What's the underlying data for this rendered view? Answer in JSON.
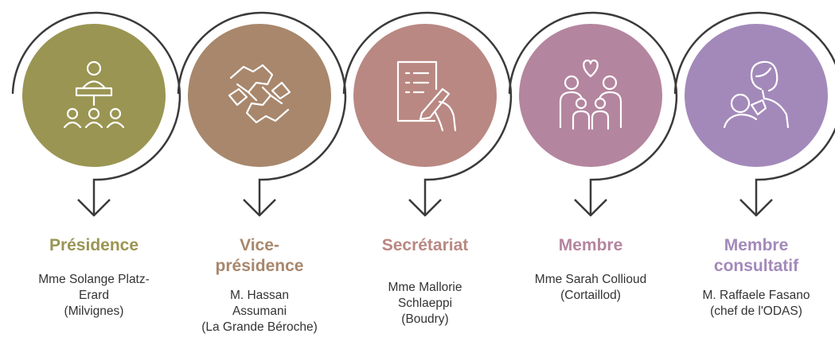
{
  "steps": [
    {
      "role": "Présidence",
      "person_lines": [
        "Mme Solange Platz-",
        "Erard",
        "(Milvignes)"
      ],
      "color": "#9a9552",
      "icon": "presenter-audience-icon"
    },
    {
      "role_lines": [
        "Vice-",
        "présidence"
      ],
      "person_lines": [
        "M. Hassan",
        "Assumani",
        "(La Grande Béroche)"
      ],
      "color": "#a8876c",
      "icon": "handshake-puzzle-icon"
    },
    {
      "role": "Secrétariat",
      "person_lines": [
        "Mme Mallorie",
        "Schlaeppi",
        "(Boudry)"
      ],
      "color": "#b98882",
      "icon": "document-writing-icon"
    },
    {
      "role": "Membre",
      "person_lines": [
        "Mme Sarah Collioud",
        "(Cortaillod)"
      ],
      "color": "#b4859f",
      "icon": "family-heart-icon"
    },
    {
      "role_lines": [
        "Membre",
        "consultatif"
      ],
      "person_lines": [
        "M. Raffaele Fasano",
        "(chef de l'ODAS)"
      ],
      "color": "#a389ba",
      "icon": "advisor-icon"
    }
  ]
}
